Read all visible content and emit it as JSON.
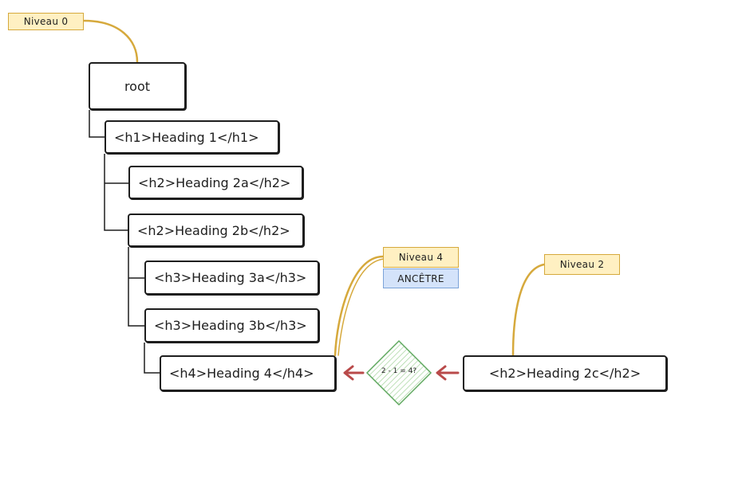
{
  "labels": {
    "level0": "Niveau 0",
    "level4": "Niveau 4",
    "ancestor": "ANCÊTRE",
    "level2": "Niveau 2"
  },
  "nodes": {
    "root": "root",
    "h1": "<h1>Heading 1</h1>",
    "h2a": "<h2>Heading 2a</h2>",
    "h2b": "<h2>Heading 2b</h2>",
    "h3a": "<h3>Heading 3a</h3>",
    "h3b": "<h3>Heading 3b</h3>",
    "h4": "<h4>Heading 4</h4>",
    "h2c": "<h2>Heading 2c</h2>"
  },
  "decision": "2 - 1 = 4?",
  "colors": {
    "stroke": "#1e1e1e",
    "tag_fill": "#fff0c2",
    "tag_border": "#d6a93c",
    "ancestor_fill": "#d4e3fa",
    "diamond": "#5fa85f",
    "arrow": "#b94a4a",
    "leader": "#d6a93c"
  }
}
